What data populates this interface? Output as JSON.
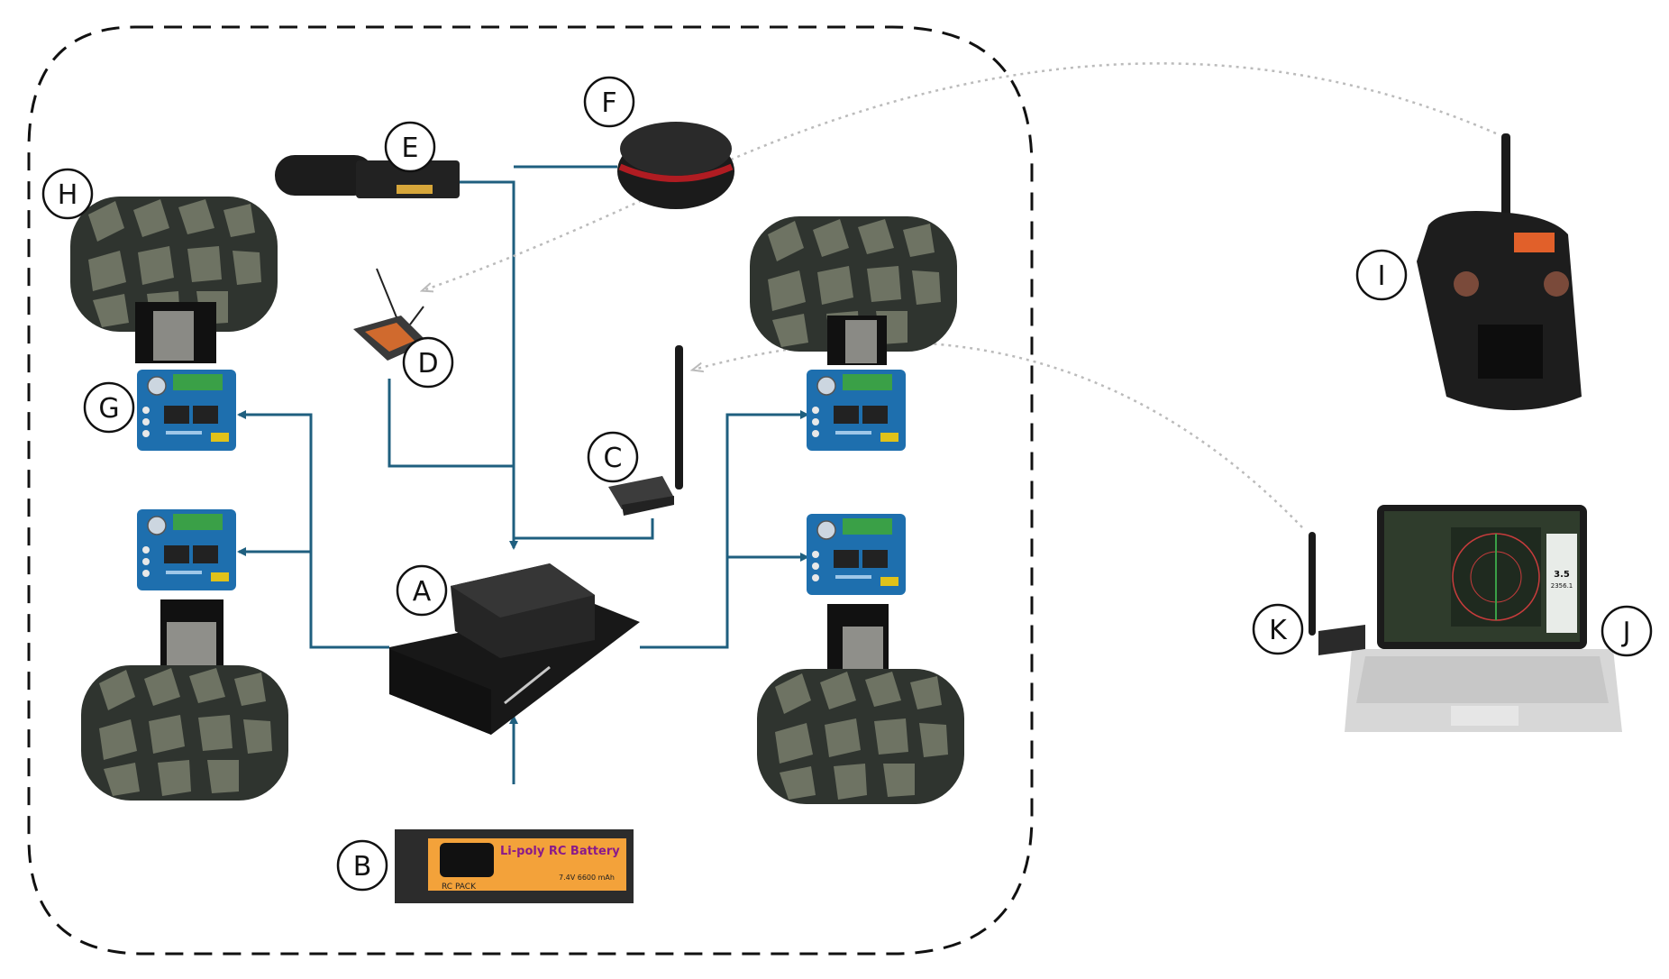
{
  "labels": {
    "A": "A",
    "B": "B",
    "C": "C",
    "D": "D",
    "E": "E",
    "F": "F",
    "G": "G",
    "H": "H",
    "I": "I",
    "J": "J",
    "K": "K"
  },
  "battery": {
    "brand": "Li-poly RC Battery",
    "pack": "RC PACK",
    "spec": "7.4V 6600 mAh"
  },
  "screen": {
    "value_main": "3.5",
    "value_sub": "2356.1"
  },
  "colors": {
    "wire": "#1f5f7f",
    "dashed_box": "#111111",
    "wireless": "#bbbbbb",
    "driver_board": "#1e6fae"
  },
  "icons": [
    "flight-controller-icon",
    "battery-icon",
    "telemetry-radio-icon",
    "rc-receiver-icon",
    "camera-module-icon",
    "gps-module-icon",
    "motor-driver-icon",
    "wheel-icon",
    "rc-transmitter-icon",
    "laptop-icon",
    "ground-radio-icon"
  ]
}
